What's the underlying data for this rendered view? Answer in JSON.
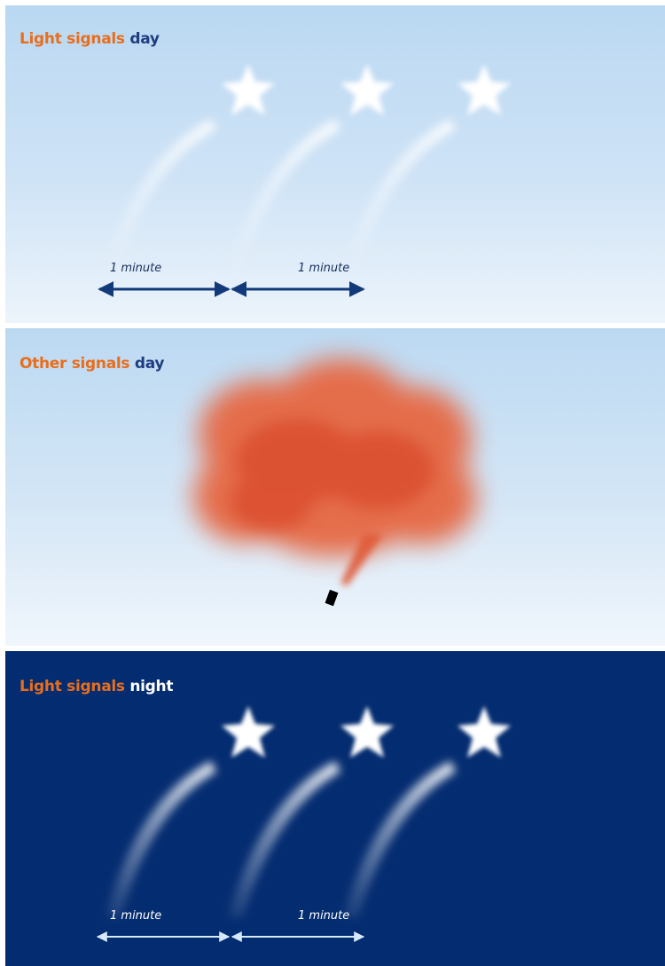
{
  "panels": {
    "day": {
      "title_highlight": "Light signals",
      "title_rest": "day",
      "interval_label_1": "1 minute",
      "interval_label_2": "1 minute"
    },
    "other": {
      "title_highlight": "Other signals",
      "title_rest": "day"
    },
    "night": {
      "title_highlight": "Light signals",
      "title_rest": "night",
      "interval_label_1": "1 minute",
      "interval_label_2": "1 minute"
    }
  },
  "colors": {
    "highlight_text": "#e86e1c",
    "day_sky": "#cfe3f6",
    "night_sky": "#042c70",
    "arrow_day": "#123a7a",
    "arrow_night": "#d6e8fa",
    "smoke": "#e0532e"
  },
  "icons": [
    "star-flare-icon",
    "smoke-cloud-icon",
    "smoke-canister-icon",
    "double-arrow-icon"
  ]
}
